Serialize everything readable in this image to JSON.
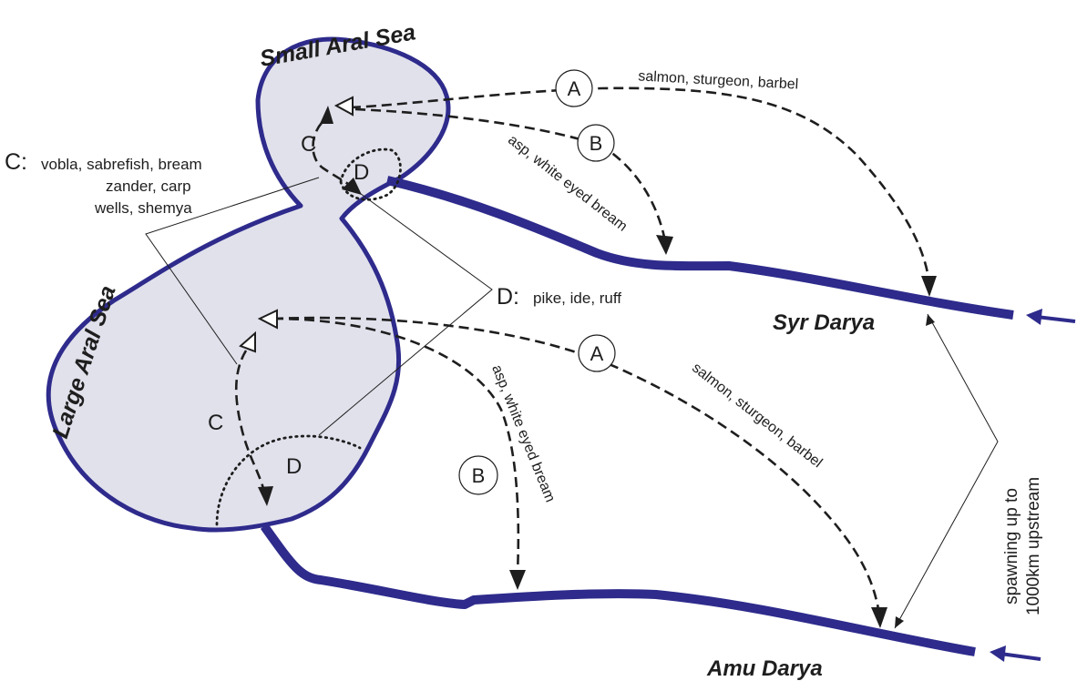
{
  "seas": {
    "small": "Small Aral Sea",
    "large": "Large Aral Sea"
  },
  "rivers": {
    "syr": "Syr Darya",
    "amu": "Amu Darya"
  },
  "groups": {
    "A": {
      "letter": "A",
      "species": "salmon, sturgeon, barbel"
    },
    "B": {
      "letter": "B",
      "species": "asp, white eyed bream"
    },
    "C": {
      "key": "C:",
      "letter": "C",
      "species_lines": [
        "vobla, sabrefish, bream",
        "zander, carp",
        "wells, shemya"
      ]
    },
    "D": {
      "key": "D:",
      "letter": "D",
      "species": "pike, ide, ruff"
    }
  },
  "spawning": {
    "line1": "spawning up to",
    "line2": "1000km upstream"
  },
  "colors": {
    "water_outline": "#2e2b8c",
    "sea_fill": "#e1e1ec",
    "ink": "#1e1e1e"
  }
}
